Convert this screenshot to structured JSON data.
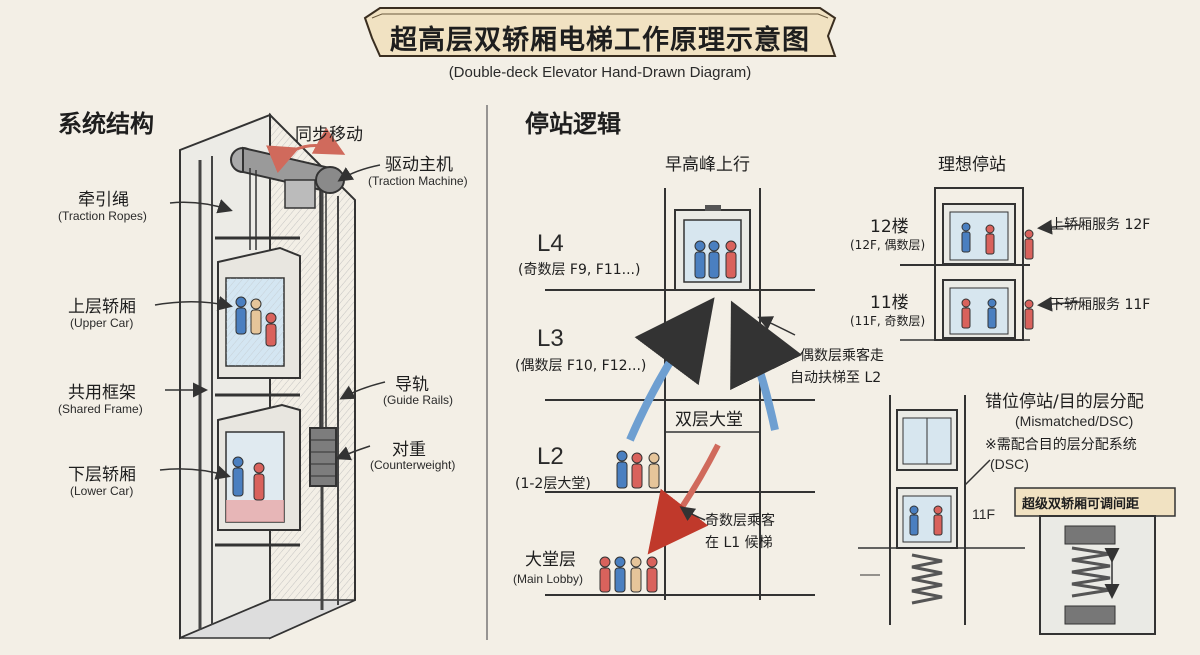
{
  "title": {
    "main": "超高层双轿厢电梯工作原理示意图",
    "sub": "(Double-deck Elevator Hand-Drawn Diagram)"
  },
  "structure": {
    "heading": "系统结构",
    "sync_move": "同步移动",
    "drive_machine": {
      "cn": "驱动主机",
      "en": "(Traction Machine)"
    },
    "traction_ropes": {
      "cn": "牵引绳",
      "en": "(Traction Ropes)"
    },
    "upper_car": {
      "cn": "上层轿厢",
      "en": "(Upper Car)"
    },
    "shared_frame": {
      "cn": "共用框架",
      "en": "(Shared Frame)"
    },
    "guide_rails": {
      "cn": "导轨",
      "en": "(Guide Rails)"
    },
    "counterweight": {
      "cn": "对重",
      "en": "(Counterweight)"
    },
    "lower_car": {
      "cn": "下层轿厢",
      "en": "(Lower Car)"
    }
  },
  "logic": {
    "heading": "停站逻辑",
    "peak_title": "早高峰上行",
    "l4": {
      "label": "L4",
      "sub": "(奇数层 F9, F11...)"
    },
    "l3": {
      "label": "L3",
      "sub": "(偶数层 F10, F12...)"
    },
    "l2": {
      "label": "L2",
      "sub": "(1-2层大堂)"
    },
    "lobby": {
      "label": "大堂层",
      "sub": "(Main Lobby)"
    },
    "even_note": {
      "line1": "偶数层乘客走",
      "line2": "自动扶梯至 L2"
    },
    "double_lobby": "双层大堂",
    "odd_note": {
      "line1": "奇数层乘客",
      "line2": "在 L1 候梯"
    }
  },
  "ideal": {
    "heading": "理想停站",
    "f12": {
      "label": "12楼",
      "sub": "(12F, 偶数层)"
    },
    "f11": {
      "label": "11楼",
      "sub": "(11F, 奇数层)"
    },
    "upper_serve": "上轿厢服务 12F",
    "lower_serve": "下轿厢服务 11F"
  },
  "mismatch": {
    "title": "错位停站/目的层分配",
    "en": "(Mismatched/DSC)",
    "note": "※需配合目的层分配系统",
    "note2": "(DSC)",
    "floor": "11F",
    "adjustable": "超级双轿厢可调间距"
  }
}
